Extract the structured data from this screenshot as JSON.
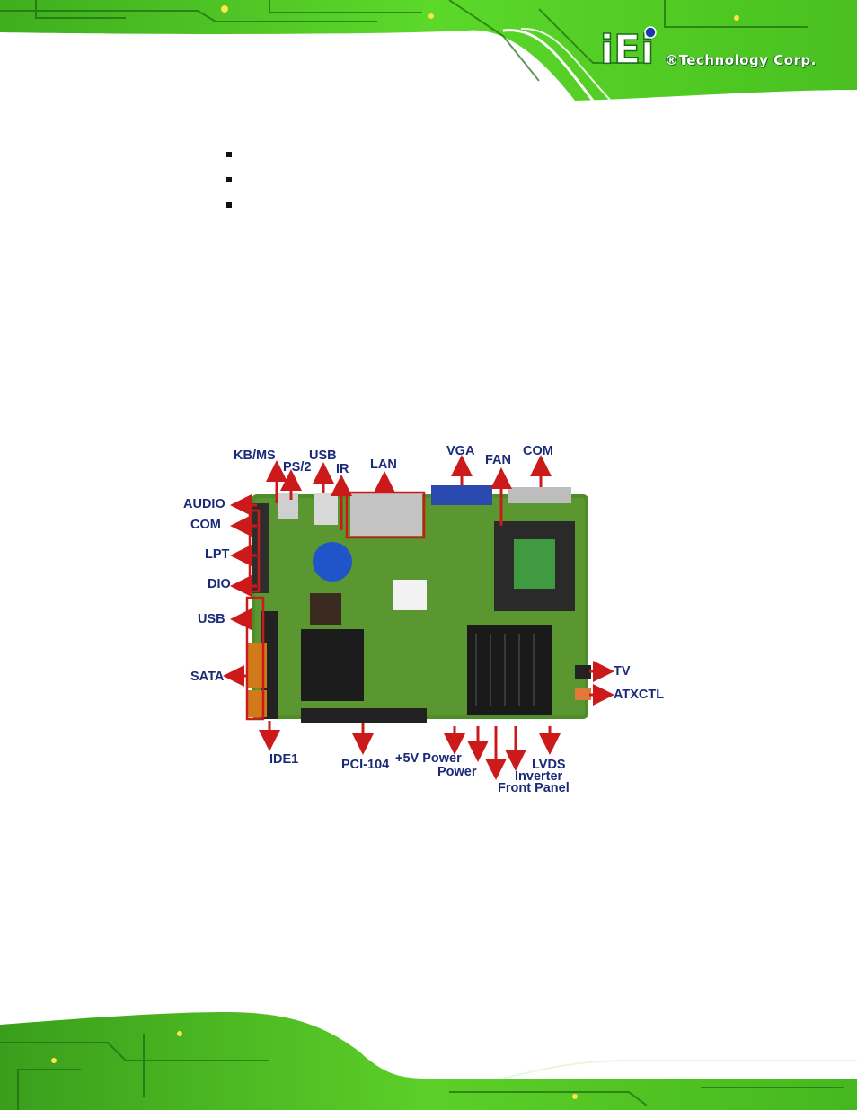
{
  "header": {
    "brand": {
      "logo_text": "iEi",
      "tagline": "®Technology Corp."
    }
  },
  "bullets": [
    "",
    "",
    ""
  ],
  "figure": {
    "description_icon": "motherboard-photo",
    "labels": {
      "kbms": "KB/MS",
      "ps2": "PS/2",
      "usb_top": "USB",
      "ir": "IR",
      "lan": "LAN",
      "vga": "VGA",
      "fan": "FAN",
      "com_top": "COM",
      "audio": "AUDIO",
      "com_left": "COM",
      "lpt": "LPT",
      "dio": "DIO",
      "usb_left": "USB",
      "sata": "SATA",
      "tv": "TV",
      "atxctl": "ATXCTL",
      "ide1": "IDE1",
      "pci104": "PCI-104",
      "plus5v_power": "+5V Power",
      "power": "Power",
      "lvds": "LVDS",
      "inverter": "Inverter",
      "front_panel": "Front Panel"
    },
    "colors": {
      "label": "#1a2a78",
      "arrow": "#cc1a1a",
      "pcb": "#4f8c2a"
    }
  }
}
